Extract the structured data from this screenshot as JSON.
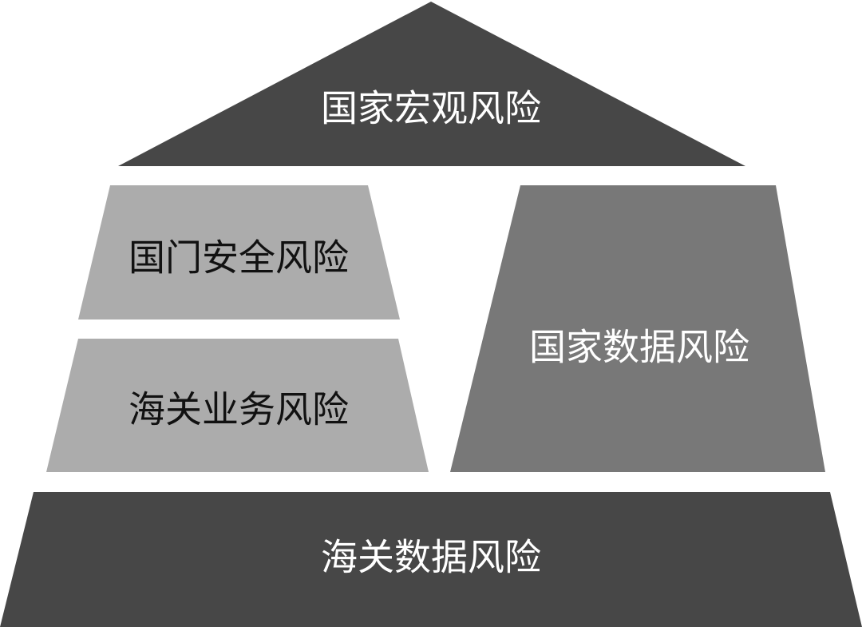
{
  "diagram": {
    "top_label": "国家宏观风险",
    "left_upper_label": "国门安全风险",
    "left_lower_label": "海关业务风险",
    "right_label": "国家数据风险",
    "base_label": "海关数据风险"
  },
  "colors": {
    "background": "#ffffff",
    "dark_fill": "#474747",
    "medium_fill": "#787878",
    "light_fill": "#acacac",
    "light_text": "#ffffff",
    "dark_text": "#111111"
  }
}
